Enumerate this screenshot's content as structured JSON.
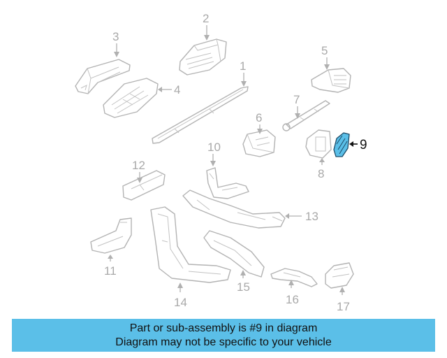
{
  "diagram": {
    "highlight_color": "#5bbfe8",
    "callouts": [
      {
        "id": "1",
        "label": "1"
      },
      {
        "id": "2",
        "label": "2"
      },
      {
        "id": "3",
        "label": "3"
      },
      {
        "id": "4",
        "label": "4"
      },
      {
        "id": "5",
        "label": "5"
      },
      {
        "id": "6",
        "label": "6"
      },
      {
        "id": "7",
        "label": "7"
      },
      {
        "id": "8",
        "label": "8"
      },
      {
        "id": "9",
        "label": "9",
        "highlighted": true
      },
      {
        "id": "10",
        "label": "10"
      },
      {
        "id": "11",
        "label": "11"
      },
      {
        "id": "12",
        "label": "12"
      },
      {
        "id": "13",
        "label": "13"
      },
      {
        "id": "14",
        "label": "14"
      },
      {
        "id": "15",
        "label": "15"
      },
      {
        "id": "16",
        "label": "16"
      },
      {
        "id": "17",
        "label": "17"
      }
    ]
  },
  "banner": {
    "background": "#5bbfe8",
    "line1": "Part or sub-assembly is #9 in diagram",
    "line2": "Diagram may not be specific to your vehicle"
  }
}
